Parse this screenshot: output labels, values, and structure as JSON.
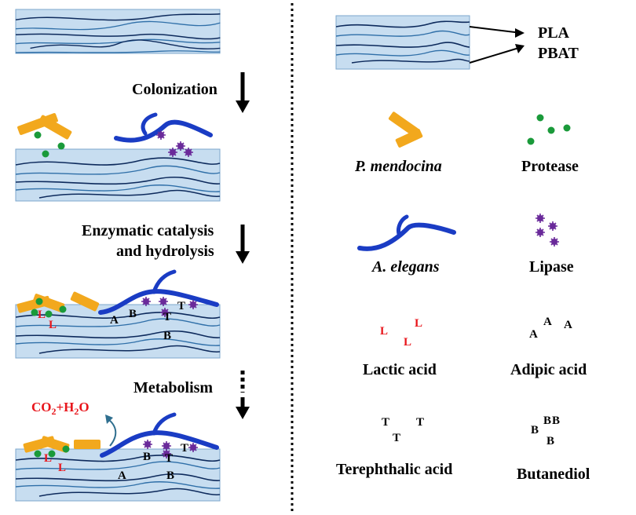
{
  "steps": {
    "colonization": "Colonization",
    "enzymatic_line1": "Enzymatic catalysis",
    "enzymatic_line2": "and hydrolysis",
    "metabolism": "Metabolism",
    "co2_part": "CO",
    "co2_sub": "2",
    "plus_h": "+H",
    "h2o_sub": "2",
    "o_part": "O"
  },
  "legend": {
    "pla": "PLA",
    "pbat": "PBAT",
    "p_mendocina": "P. mendocina",
    "protease": "Protease",
    "a_elegans": "A. elegans",
    "lipase": "Lipase",
    "lactic_acid": "Lactic acid",
    "adipic_acid": "Adipic acid",
    "terephthalic_acid": "Terephthalic acid",
    "butanediol": "Butanediol"
  },
  "markers": {
    "lactic": "L",
    "adipic": "A",
    "terephthalic": "T",
    "butanediol": "B"
  },
  "colors": {
    "film_fill": "#c7ddf0",
    "film_line_dark": "#0d2a5c",
    "film_line_blue": "#2f6fa8",
    "bacteria": "#f2a81d",
    "fungus": "#1a3cc4",
    "protease": "#1a9a3a",
    "lipase": "#6a2a9a",
    "lactic_red": "#e8161c",
    "arrow_teal": "#2f6f8f"
  }
}
